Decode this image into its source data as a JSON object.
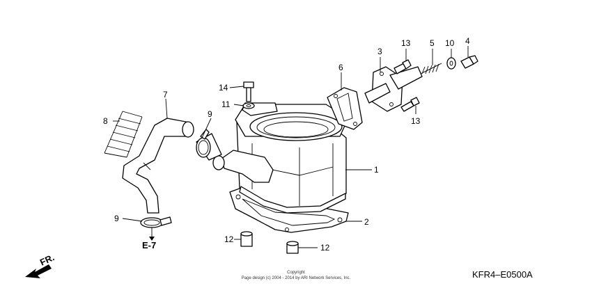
{
  "callouts": [
    {
      "n": "1"
    },
    {
      "n": "2"
    },
    {
      "n": "3"
    },
    {
      "n": "4"
    },
    {
      "n": "5"
    },
    {
      "n": "6"
    },
    {
      "n": "7"
    },
    {
      "n": "8"
    },
    {
      "n": "9"
    },
    {
      "n": "9"
    },
    {
      "n": "10"
    },
    {
      "n": "11"
    },
    {
      "n": "12"
    },
    {
      "n": "12"
    },
    {
      "n": "13"
    },
    {
      "n": "13"
    },
    {
      "n": "14"
    }
  ],
  "reference_label": "E-7",
  "front_label": "FR.",
  "diagram_code": "KFR4–E0500A",
  "copyright": {
    "line1": "Copyright",
    "line2": "Page design (c) 2004 - 2014 by ARI Network Services, Inc."
  },
  "icons": {
    "front_arrow": "front-direction-arrow-icon"
  }
}
